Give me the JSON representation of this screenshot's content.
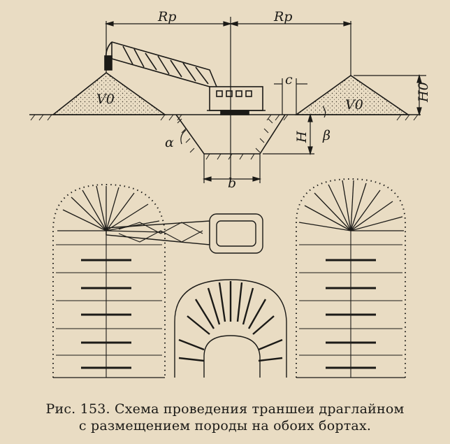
{
  "figure": {
    "labels": {
      "rp_left": "Rp",
      "rp_right": "Rp",
      "v0_left": "V0",
      "v0_right": "V0",
      "c": "c",
      "h0": "H0",
      "h": "H",
      "alpha": "α",
      "beta": "β",
      "b": "b"
    },
    "caption": {
      "line1": "Рис. 153. Схема  проведения траншеи драглайном",
      "line2": "с  размещением  породы  на  обоих  бортах."
    }
  }
}
